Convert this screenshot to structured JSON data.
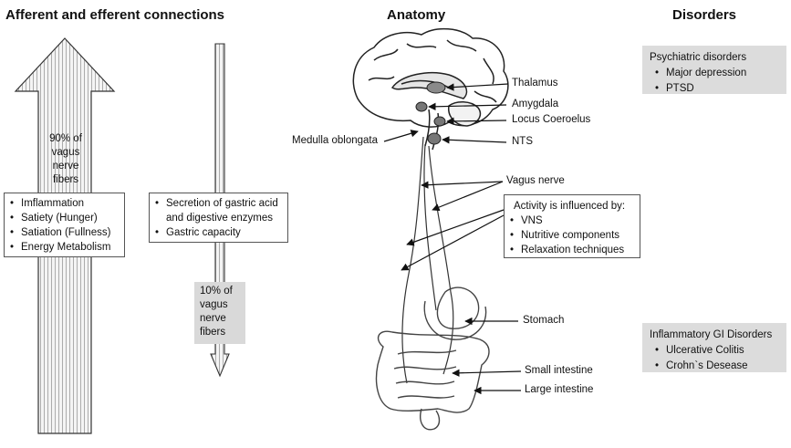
{
  "titles": {
    "connections": "Afferent and efferent connections",
    "anatomy": "Anatomy",
    "disorders": "Disorders"
  },
  "afferent": {
    "percent_lines": [
      "90% of",
      "vagus",
      "nerve",
      "fibers"
    ],
    "items": [
      "Imflammation",
      "Satiety (Hunger)",
      "Satiation (Fullness)",
      "Energy Metabolism"
    ]
  },
  "efferent": {
    "items": [
      "Secretion of gastric acid",
      "and digestive enzymes",
      "Gastric capacity"
    ],
    "percent_lines": [
      "10% of",
      "vagus",
      "nerve",
      "fibers"
    ]
  },
  "anatomy_labels": {
    "thalamus": "Thalamus",
    "amygdala": "Amygdala",
    "locus": "Locus Coeroelus",
    "nts": "NTS",
    "medulla": "Medulla oblongata",
    "vagus": "Vagus nerve",
    "stomach": "Stomach",
    "small_intestine": "Small intestine",
    "large_intestine": "Large intestine"
  },
  "activity": {
    "title": "Activity is influenced by:",
    "items": [
      "VNS",
      "Nutritive components",
      "Relaxation techniques"
    ]
  },
  "disorders": {
    "psychiatric": {
      "title": "Psychiatric disorders",
      "items": [
        "Major depression",
        "PTSD"
      ]
    },
    "gi": {
      "title": "Inflammatory GI Disorders",
      "items": [
        "Ulcerative Colitis",
        "Crohn`s Desease"
      ]
    }
  }
}
